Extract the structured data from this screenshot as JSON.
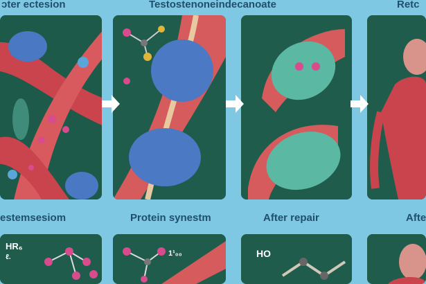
{
  "labels": {
    "top_left": "ɔter ectesion",
    "top_center": "Testostenoneindecanoate",
    "top_right": "Retc",
    "mid_left": "estemsesiom",
    "mid_center": "Protein synestm",
    "mid_right": "After repair",
    "mid_far_right": "Afte",
    "chem_left": "HR₆",
    "chem_left_sub": "ℓ.",
    "chem_center": "1¹₀₀",
    "chem_right": "HO"
  },
  "colors": {
    "background": "#7ec8e3",
    "panel_bg": "#1e5b49",
    "muscle": "#d9565a",
    "protein": "#4a78c2",
    "arrow": "#ffffff"
  }
}
